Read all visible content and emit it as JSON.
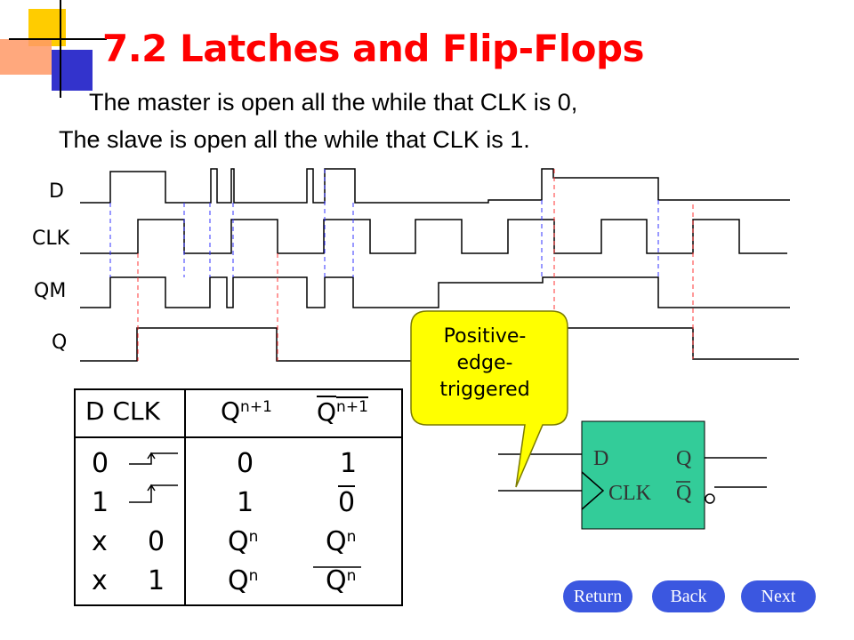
{
  "slide": {
    "title": "7.2 Latches and Flip-Flops",
    "subtitle_line1": "The master is open all the while that CLK is 0,",
    "subtitle_line2": "The slave is open all the while that CLK is 1."
  },
  "timing_diagram": {
    "signals": [
      "D",
      "CLK",
      "QM",
      "Q"
    ]
  },
  "truth_table": {
    "header": {
      "inputs": "D CLK",
      "q_next": "Q",
      "q_next_sup": "n+1",
      "q_next_bar": "Q",
      "q_next_bar_sup": "n+1"
    },
    "rows": [
      {
        "d": "0",
        "clk": "",
        "q": "0",
        "qbar": "1"
      },
      {
        "d": "1",
        "clk": "",
        "q": "1",
        "qbar": "0"
      },
      {
        "d": "x",
        "clk": "0",
        "q": "Q",
        "q_sup": "n",
        "qbar": "Q",
        "qbar_sup": "n"
      },
      {
        "d": "x",
        "clk": "1",
        "q": "Q",
        "q_sup": "n",
        "qbar": "Q",
        "qbar_sup": "n"
      }
    ]
  },
  "callout": {
    "text_line1": "Positive-",
    "text_line2": "edge-",
    "text_line3": "triggered"
  },
  "flipflop": {
    "d_label": "D",
    "q_label": "Q",
    "clk_label": "CLK",
    "qbar_label": "Q"
  },
  "nav": {
    "return_label": "Return",
    "back_label": "Back",
    "next_label": "Next"
  },
  "colors": {
    "title": "#ff0000",
    "callout_fill": "#ffff00",
    "flipflop_fill": "#33cc99",
    "button": "#3b57e0"
  }
}
